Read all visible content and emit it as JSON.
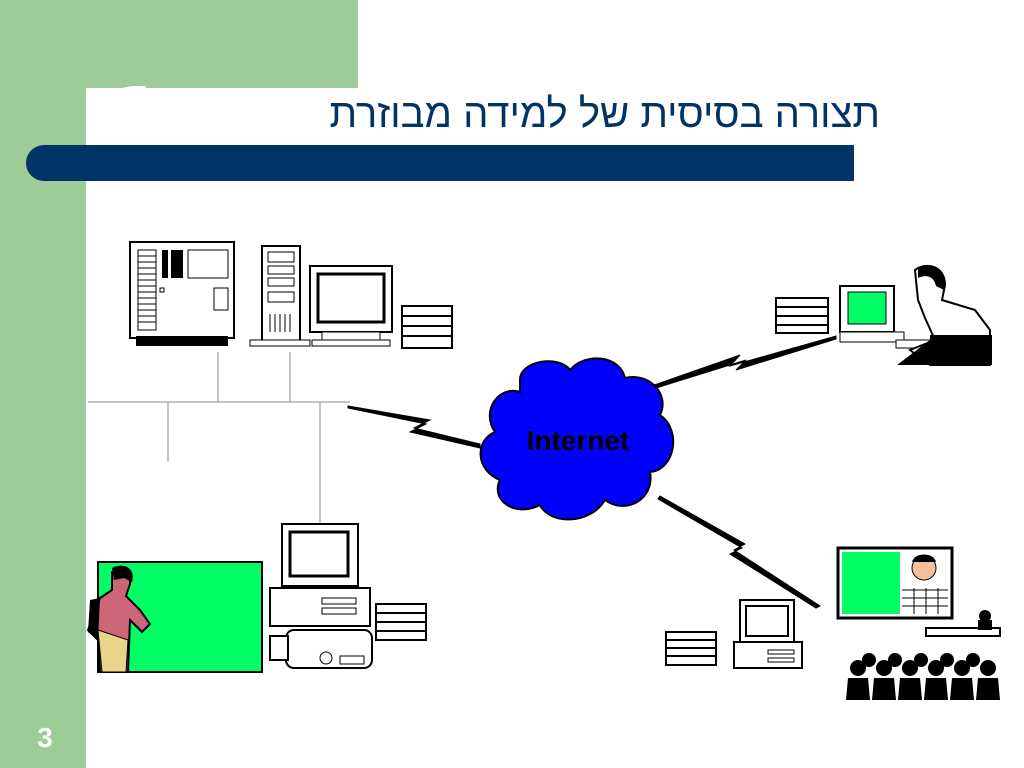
{
  "slide": {
    "title": "תצורה בסיסית של למידה מבוזרת",
    "page_number": "3",
    "cloud_label": "Internet"
  },
  "colors": {
    "green_bar": "#9dcc99",
    "title_color": "#003366",
    "rule_color": "#003366",
    "cloud_fill": "#0000ff",
    "board_fill": "#00ff66"
  }
}
